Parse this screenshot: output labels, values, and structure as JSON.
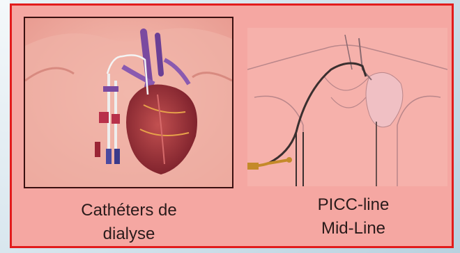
{
  "captions": {
    "left_line1": "Cathéters de",
    "left_line2": "dialyse",
    "right_line1": "PICC-line",
    "right_line2": "Mid-Line"
  },
  "colors": {
    "panel_bg": "#f5a7a2",
    "panel_border": "#e21c1c",
    "photo_frame": "#3a1010"
  }
}
